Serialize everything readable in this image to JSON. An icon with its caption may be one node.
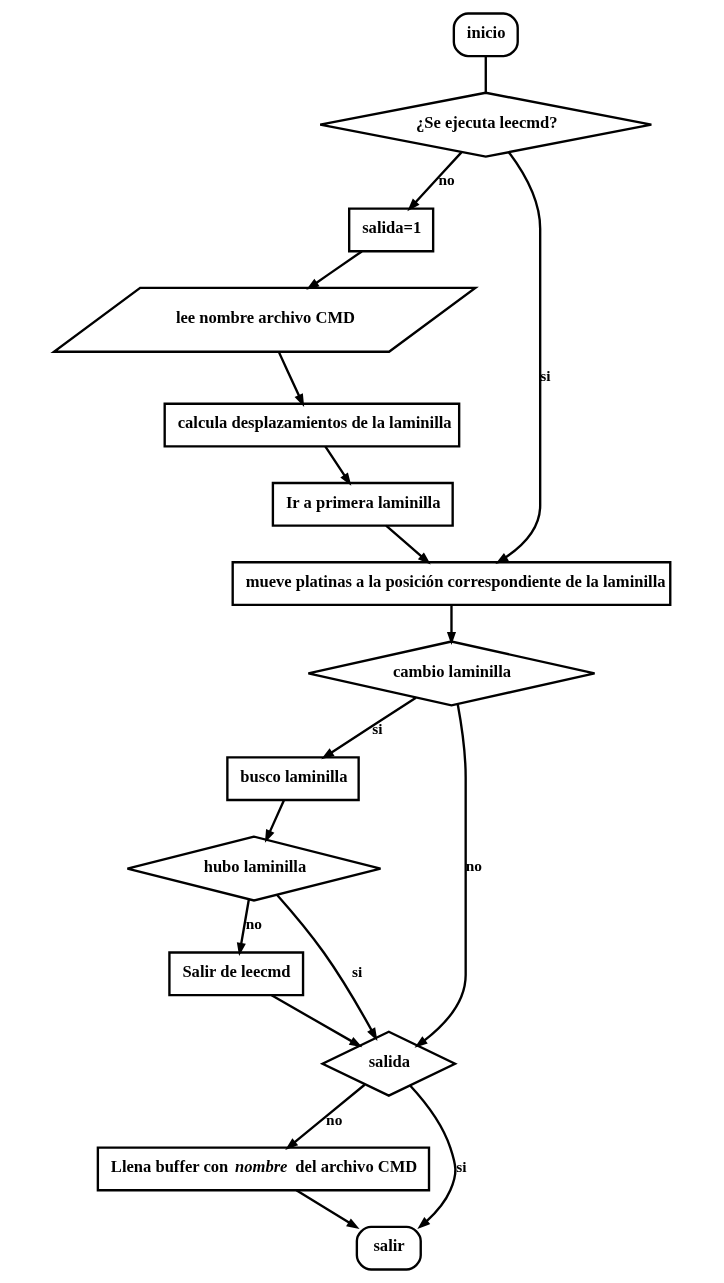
{
  "diagram": {
    "nodes": [
      {
        "text": [
          "inicio"
        ]
      },
      {
        "text": [
          "¿Se ejecuta leecmd?"
        ]
      },
      {
        "text": [
          "salida=1"
        ]
      },
      {
        "text": [
          "lee nombre archivo CMD"
        ]
      },
      {
        "text": [
          "calcula desplazamientos de la laminilla"
        ]
      },
      {
        "text": [
          "Ir a primera laminilla"
        ]
      },
      {
        "text": [
          "mueve platinas a la posición correspondiente de la laminilla"
        ]
      },
      {
        "text": [
          "cambio laminilla"
        ]
      },
      {
        "text": [
          "busco laminilla"
        ]
      },
      {
        "text": [
          "hubo laminilla"
        ]
      },
      {
        "text": [
          "Salir de leecmd"
        ]
      },
      {
        "text": [
          "salida"
        ]
      },
      {
        "text": [
          "Llena buffer con *nombre* del archivo CMD"
        ]
      },
      {
        "text": [
          "salir"
        ]
      }
    ],
    "edges": [
      {
        "from": 0,
        "to": 1,
        "arrow": "none"
      },
      {
        "from": 1,
        "to": 2,
        "arrow": "to",
        "label": "no"
      },
      {
        "from": 2,
        "to": 3,
        "arrow": "to"
      },
      {
        "from": 3,
        "to": 4,
        "arrow": "to"
      },
      {
        "from": 4,
        "to": 5,
        "arrow": "to"
      },
      {
        "from": 5,
        "to": 6,
        "arrow": "to"
      },
      {
        "from": 1,
        "to": 6,
        "arrow": "to",
        "label": "si"
      },
      {
        "from": 6,
        "to": 7,
        "arrow": "to"
      },
      {
        "from": 7,
        "to": 8,
        "arrow": "to",
        "label": "si"
      },
      {
        "from": 8,
        "to": 9,
        "arrow": "to"
      },
      {
        "from": 9,
        "to": 10,
        "arrow": "to",
        "label": "no"
      },
      {
        "from": 9,
        "to": 11,
        "arrow": "to",
        "label": "si"
      },
      {
        "from": 10,
        "to": 11,
        "arrow": "to"
      },
      {
        "from": 7,
        "to": 11,
        "arrow": "to",
        "label": "no"
      },
      {
        "from": 11,
        "to": 12,
        "arrow": "to",
        "label": "no"
      },
      {
        "from": 12,
        "to": 13,
        "arrow": "to"
      },
      {
        "from": 11,
        "to": 13,
        "arrow": "to",
        "label": "si"
      }
    ]
  }
}
